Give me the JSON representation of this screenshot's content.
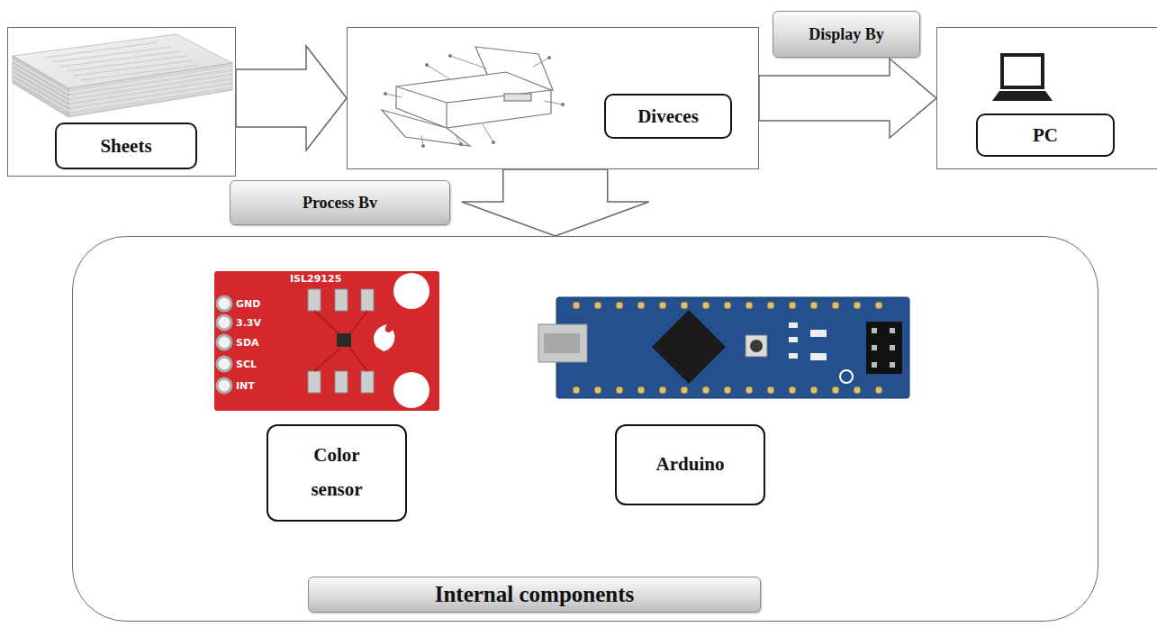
{
  "diagram": {
    "nodes": [
      {
        "text": [
          "Sheets"
        ]
      },
      {
        "text": [
          "Diveces"
        ]
      },
      {
        "text": [
          "PC"
        ]
      },
      {
        "text": [
          "Internal components"
        ]
      },
      {
        "text": [
          "Color sensor"
        ],
        "in": 3
      },
      {
        "text": [
          "Arduino"
        ],
        "in": 3
      }
    ],
    "edges": [
      {
        "from": 0,
        "to": 1,
        "arrow": "to"
      },
      {
        "from": 1,
        "to": 2,
        "arrow": "to",
        "label": "Display By"
      },
      {
        "from": 1,
        "to": 3,
        "arrow": "to",
        "label": "Process Bv"
      }
    ],
    "labels": [
      "ISL29125",
      "GND",
      "3.3V",
      "SDA",
      "SCL",
      "INT"
    ]
  }
}
